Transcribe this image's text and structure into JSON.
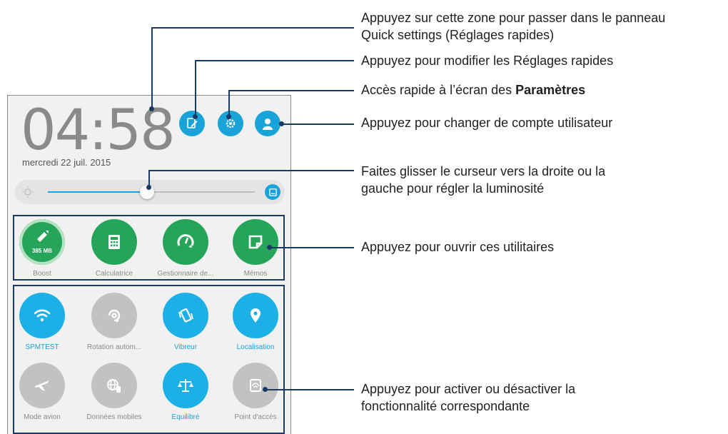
{
  "phone": {
    "clock": "04:58",
    "date": "mercredi 22 juil. 2015",
    "brightness_level": 0.48
  },
  "utilities": [
    {
      "label": "Boost",
      "badge": "385 MB",
      "icon": "rocket-icon"
    },
    {
      "label": "Calculatrice",
      "icon": "calculator-icon"
    },
    {
      "label": "Gestionnaire de...",
      "icon": "gauge-icon"
    },
    {
      "label": "Mémos",
      "icon": "note-icon"
    }
  ],
  "toggles": [
    {
      "label": "SPMTEST",
      "icon": "wifi-icon",
      "on": true
    },
    {
      "label": "Rotation autom...",
      "icon": "rotation-icon",
      "on": false
    },
    {
      "label": "Vibreur",
      "icon": "vibrate-icon",
      "on": true
    },
    {
      "label": "Localisation",
      "icon": "location-icon",
      "on": true
    },
    {
      "label": "Mode avion",
      "icon": "airplane-icon",
      "on": false
    },
    {
      "label": "Données mobiles",
      "icon": "mobile-data-icon",
      "on": false
    },
    {
      "label": "Équilibré",
      "icon": "balance-icon",
      "on": true
    },
    {
      "label": "Point d'accès",
      "icon": "hotspot-icon",
      "on": false
    }
  ],
  "callouts": {
    "quick_settings_line1": "Appuyez sur cette zone pour passer dans le panneau",
    "quick_settings_line2": "Quick settings (Réglages rapides)",
    "edit": "Appuyez pour modifier les Réglages rapides",
    "settings_prefix": "Accès rapide à l’écran des ",
    "settings_bold": "Paramètres",
    "user": "Appuyez pour changer de compte utilisateur",
    "brightness_line1": "Faites glisser le curseur vers la droite ou la",
    "brightness_line2": "gauche pour régler la luminosité",
    "utilities": "Appuyez pour ouvrir ces utilitaires",
    "toggles_line1": "Appuyez pour activer ou désactiver la",
    "toggles_line2": "fonctionnalité correspondante"
  },
  "colors": {
    "accent_blue": "#1aa3d8",
    "utility_green": "#26a55a",
    "toggle_off_grey": "#c2c2c2",
    "callout_line": "#1b3a63"
  }
}
